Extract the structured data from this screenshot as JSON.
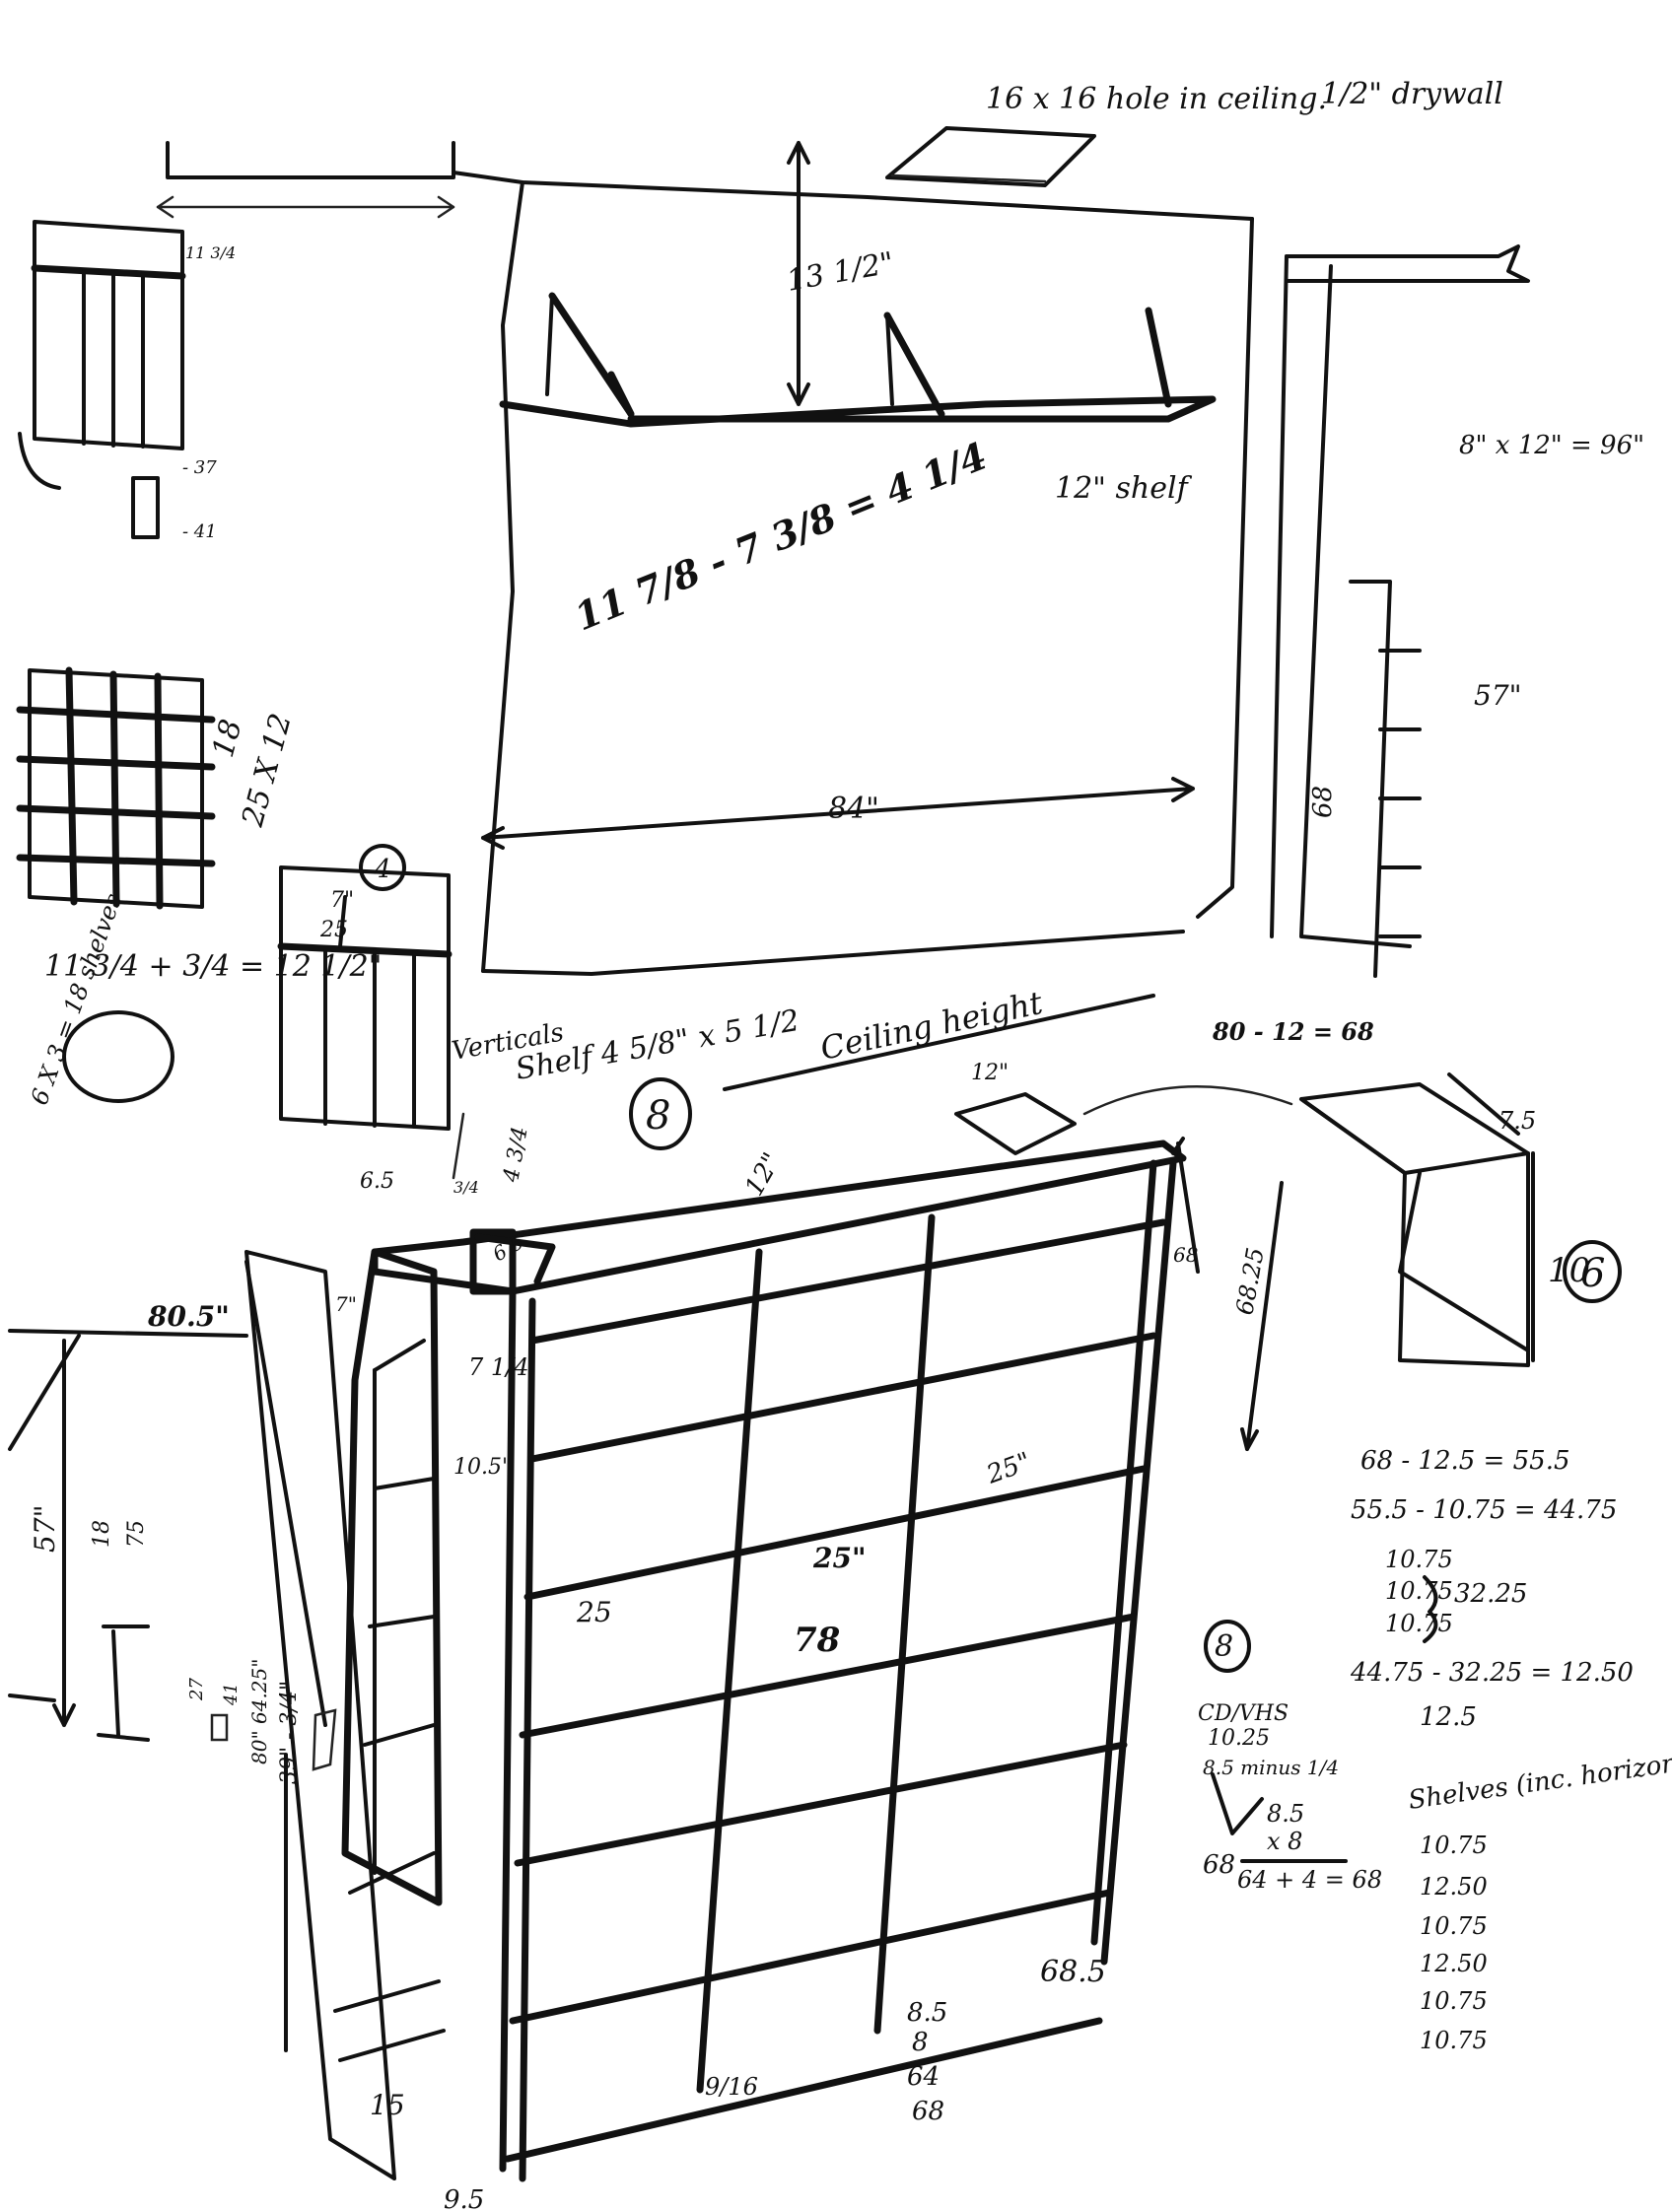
{
  "notes": {
    "hole_note": "16 x 16 hole in ceiling.",
    "drywall_note": "1/2\" drywall",
    "shelf_depth_note": "12\" shelf",
    "formula_96": "8\" x 12\" = 96\"",
    "height_13": "13 1/2\"",
    "width_84": "84\"",
    "height_57_right": "57\"",
    "height_68_right": "68",
    "calc_11_7": "11 7/8 - 7 3/8 = 4 1/4",
    "grid_18": "18",
    "grid_25x12": "25 X 12",
    "calc_12_5": "11 3/4 + 3/4 = 12 1/2\"",
    "shelves_calc": "6 X 3 = 18 shelves",
    "circle_4": "4",
    "dim_7": "7\"",
    "dim_25": "25",
    "verticals": "Verticals",
    "shelf_label": "Shelf 4 5/8\" x 5 1/2",
    "circle_8_top": "8",
    "ceiling_height": "Ceiling height",
    "dim_12_top": "12\"",
    "calc_80_12": "80 - 12 = 68",
    "dim_7_5": "7.5",
    "dim_10": "10",
    "circle_6": "6",
    "dim_6_5": "6.5",
    "dim_3_4": "3/4",
    "dim_4_3_4": "4 3/4",
    "dim_12_depth": "12\"",
    "dim_68_right": "68",
    "dim_68_25": "68.25",
    "dim_7_small": "7\"",
    "dim_7_1_4": "7 1/4",
    "dim_10_5": "10.5\"",
    "dim_25_left": "25",
    "dim_25_mid": "25\"",
    "dim_25_right": "25\"",
    "dim_78": "78",
    "dim_6_5_b": "6.5\"",
    "dim_57_left": "57\"",
    "dim_18": "18",
    "dim_75": "75",
    "dim_80_5": "80.5\"",
    "dim_80_64_25": "80\" 64.25\"",
    "dim_39": "39\" - 3/4\"",
    "dim_41": "41",
    "dim_27": "27",
    "dim_37": "- 37",
    "dim_41_b": "- 41",
    "dim_11_3_4": "11 3/4",
    "dim_8_5": "8.5",
    "dim_8": "8",
    "dim_64": "64",
    "dim_68_b": "68",
    "dim_68_5": "68.5",
    "dim_9_16": "9/16",
    "dim_15": "15",
    "dim_9_5": "9.5",
    "calc_lines": [
      "68 - 12.5 = 55.5",
      "55.5 - 10.75 = 44.75",
      "10.75",
      "10.75",
      "10.75",
      "32.25",
      "44.75 - 32.25 = 12.50",
      "12.5"
    ],
    "circle_8_right": "8",
    "cd_vhs": "CD/VHS",
    "cd_value": "10.25",
    "minus_note": "8.5 minus 1/4",
    "mult_top": "8.5",
    "mult_times": "x 8",
    "mult_result": "64 + 4 = 68",
    "mult_68": "68",
    "shelves_heading": "Shelves (inc. horizontal)",
    "shelf_list": [
      "10.75",
      "12.50",
      "10.75",
      "12.50",
      "10.75",
      "10.75"
    ]
  }
}
